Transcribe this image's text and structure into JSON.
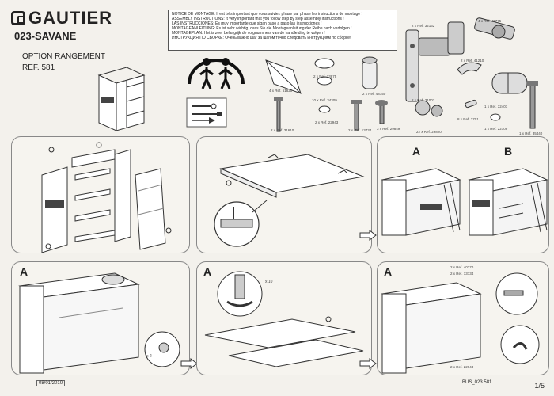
{
  "header": {
    "brand": "GAUTIER",
    "model": "023-SAVANE",
    "option": "OPTION RANGEMENT",
    "ref": "REF. 581"
  },
  "notice": [
    "NOTICE DE MONTAGE: Il est très important que vous suiviez phase par phase les instructions de montage !",
    "ASSEMBLY INSTRUCTIONS: It very important that you follow step by step assembly instructions !",
    "LAS INSTRUCCIONES: Es muy importante que sigan paso a paso las instrucciones !",
    "MONTAGEANLEITUNG: Es ist sehr wichtig, dass Sie die Montageanleitung der Reihe nach verfolgen !",
    "MONTAGEPLAN: Het is zeer belangrijk de volgnummers van de handleiding te volgen !",
    "ИНСТРУКЦИЯ ПО СБОРКЕ: Очень важно шаг за шагом точно следовать инструкциям по сборке!"
  ],
  "parts": [
    "2 x Ref. 32162",
    "4 x Ref. 40775",
    "4 x Ref. 51820",
    "2 x Ref. 33875",
    "2 x Ref. 48750",
    "2 x Ref. 41210",
    "10 x Ref. 34309",
    "2 x Ref. 31007",
    "2 x Ref. 31610",
    "1 x Ref. 32401",
    "2 x Ref. 13734",
    "3 x Ref. 29849",
    "22 x Ref. 29820",
    "2 x Ref. 22943",
    "8 x Ref. 3701",
    "1 x Ref. 22109",
    "1 x Ref. 35440"
  ],
  "steps": {
    "a": "A",
    "b": "B",
    "qty_x10": "x 10",
    "qty_x2": "x 2",
    "step9_part1": "2 x Ref. 40270",
    "step9_part2": "2 x Ref. 13734",
    "step9_part3": "2 x Ref. 22943"
  },
  "footer": {
    "date": "08/01/2010",
    "code": "BUS_023.581",
    "page": "1/5"
  }
}
